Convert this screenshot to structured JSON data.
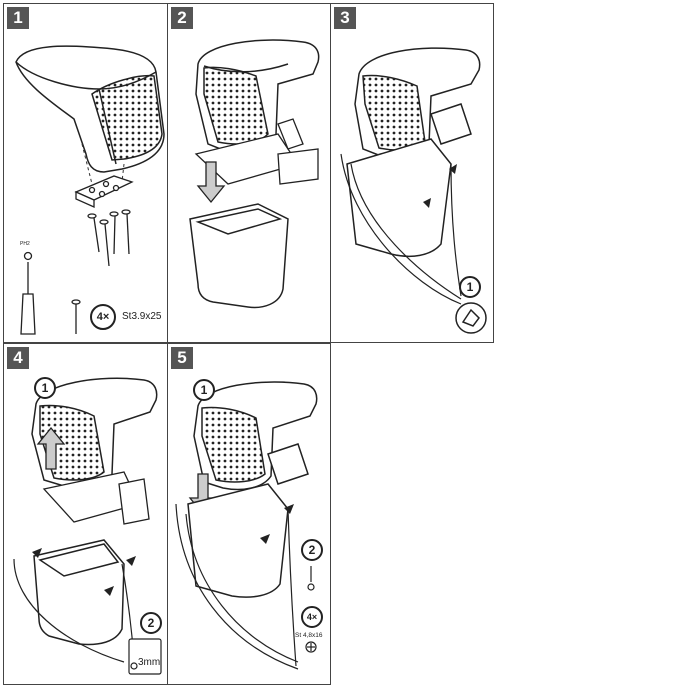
{
  "steps": [
    {
      "number": "1",
      "tool_label": "PH2",
      "quantity": "4×",
      "screw_spec": "St3.9x25"
    },
    {
      "number": "2"
    },
    {
      "number": "3",
      "callout": "1"
    },
    {
      "number": "4",
      "callout_a": "1",
      "callout_b": "2",
      "gap": "3mm"
    },
    {
      "number": "5",
      "callout_a": "1",
      "callout_b": "2",
      "quantity": "4×",
      "screw_spec": "St 4,8x16"
    }
  ]
}
